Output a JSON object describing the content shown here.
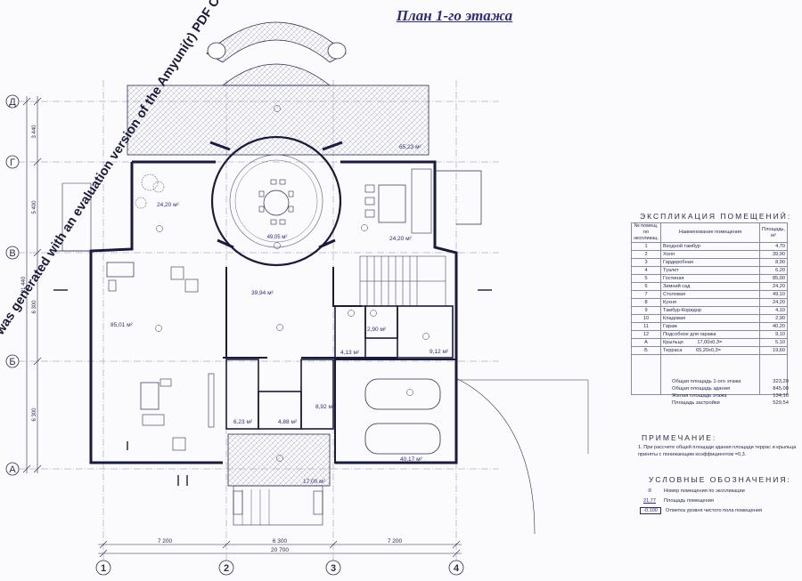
{
  "title": "План 1-го этажа",
  "axes": {
    "letters": [
      "Д",
      "Г",
      "В",
      "Б",
      "А"
    ],
    "numbers": [
      "1",
      "2",
      "3",
      "4"
    ],
    "dims_bottom": [
      "7 200",
      "6 300",
      "7 200"
    ],
    "dim_total": "20 700",
    "dims_left": [
      "3 440",
      "5 400",
      "6 300",
      "6 300"
    ],
    "dim_left_total": "21 440"
  },
  "plan_labels": {
    "room_6": "24,20 м²",
    "room_7": "49,05 м²",
    "room_8": "24,20 м²",
    "room_5": "85,01 м²",
    "room_2": "39,94 м²",
    "room_9": "2,90 м²",
    "room_10": "4,13 м²",
    "room_12": "9,12 м²",
    "room_4": "6,23 м²",
    "room_1": "4,88 м²",
    "room_3": "8,92 м²",
    "room_11": "40,17 м²",
    "terrace_b": "65,23 м²",
    "porch_a": "17,00 м²"
  },
  "explication": {
    "heading": "ЭКСПЛИКАЦИЯ ПОМЕЩЕНИЙ:",
    "col_num": "№ помещ. по экспликац.",
    "col_name": "Наименование помещения",
    "col_area": "Площадь, м²",
    "rows": [
      {
        "n": "1",
        "name": "Входной тамбур",
        "area": "4,70"
      },
      {
        "n": "2",
        "name": "Холл",
        "area": "39,90"
      },
      {
        "n": "3",
        "name": "Гардеробная",
        "area": "8,90"
      },
      {
        "n": "4",
        "name": "Туалет",
        "area": "6,20"
      },
      {
        "n": "5",
        "name": "Гостиная",
        "area": "85,00"
      },
      {
        "n": "6",
        "name": "Зимний сад",
        "area": "24,20"
      },
      {
        "n": "7",
        "name": "Столовая",
        "area": "49,10"
      },
      {
        "n": "8",
        "name": "Кухня",
        "area": "24,20"
      },
      {
        "n": "9",
        "name": "Тамбур-Коридор",
        "area": "4,10"
      },
      {
        "n": "10",
        "name": "Кладовая",
        "area": "2,90"
      },
      {
        "n": "11",
        "name": "Гараж",
        "area": "40,20"
      },
      {
        "n": "12",
        "name": "Подсобное для гаража",
        "area": "9,10"
      },
      {
        "n": "А",
        "name": "Крыльцо          17,00х0,3=",
        "area": "5,10"
      },
      {
        "n": "Б",
        "name": "Терраса          65,20х0,3=",
        "area": "19,60"
      }
    ]
  },
  "summary": [
    {
      "label": "Общая площадь 1-ого этажа",
      "value": "323,20"
    },
    {
      "label": "Общая площадь здания",
      "value": "845,00"
    },
    {
      "label": "Жилая площадь этажа",
      "value": "134,10"
    },
    {
      "label": "Площадь застройки",
      "value": "529,54"
    }
  ],
  "note": {
    "heading": "ПРИМЕЧАНИЕ:",
    "text": "1.  При рассчете общей площади здания площади террас и крыльца приняты с понижающим коэффициентом =0,3."
  },
  "legend": {
    "heading": "УСЛОВНЫЕ ОБОЗНАЧЕНИЯ:",
    "items": [
      {
        "symbol": "③",
        "text": "Номер помещения по экспликации"
      },
      {
        "symbol": "21,77",
        "text": "Площадь помещения"
      },
      {
        "symbol": "-0,100",
        "text": "Отметка уровня чистого пола помещения"
      }
    ]
  },
  "watermark": "This file was generated with an evaluation version of the Amyuni(r) PDF Converter - http://www.amyuni.com"
}
